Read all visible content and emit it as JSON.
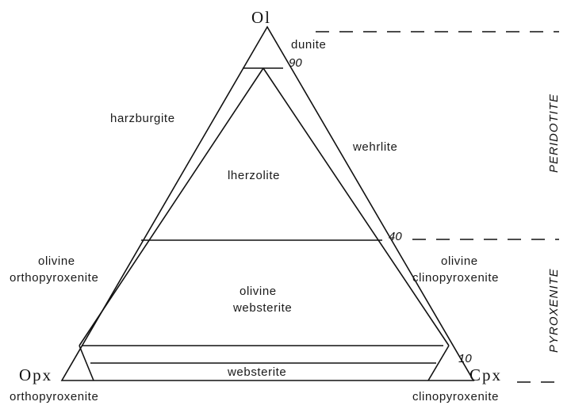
{
  "vertices": {
    "top": "Ol",
    "left": "Opx",
    "right": "Cpx"
  },
  "fields": {
    "dunite": "dunite",
    "harzburgite": "harzburgite",
    "wehrlite": "wehrlite",
    "lherzolite": "lherzolite",
    "olivine_orthopyroxenite": [
      "olivine",
      "orthopyroxenite"
    ],
    "olivine_clinopyroxenite": [
      "olivine",
      "clinopyroxenite"
    ],
    "olivine_websterite": [
      "olivine",
      "websterite"
    ],
    "websterite": "websterite",
    "orthopyroxenite": "orthopyroxenite",
    "clinopyroxenite": "clinopyroxenite"
  },
  "olivine_levels": {
    "l90": "90",
    "l40": "40",
    "l10": "10"
  },
  "rock_groups": {
    "peridotite": "PERIDOTITE",
    "pyroxenite": "PYROXENITE"
  }
}
